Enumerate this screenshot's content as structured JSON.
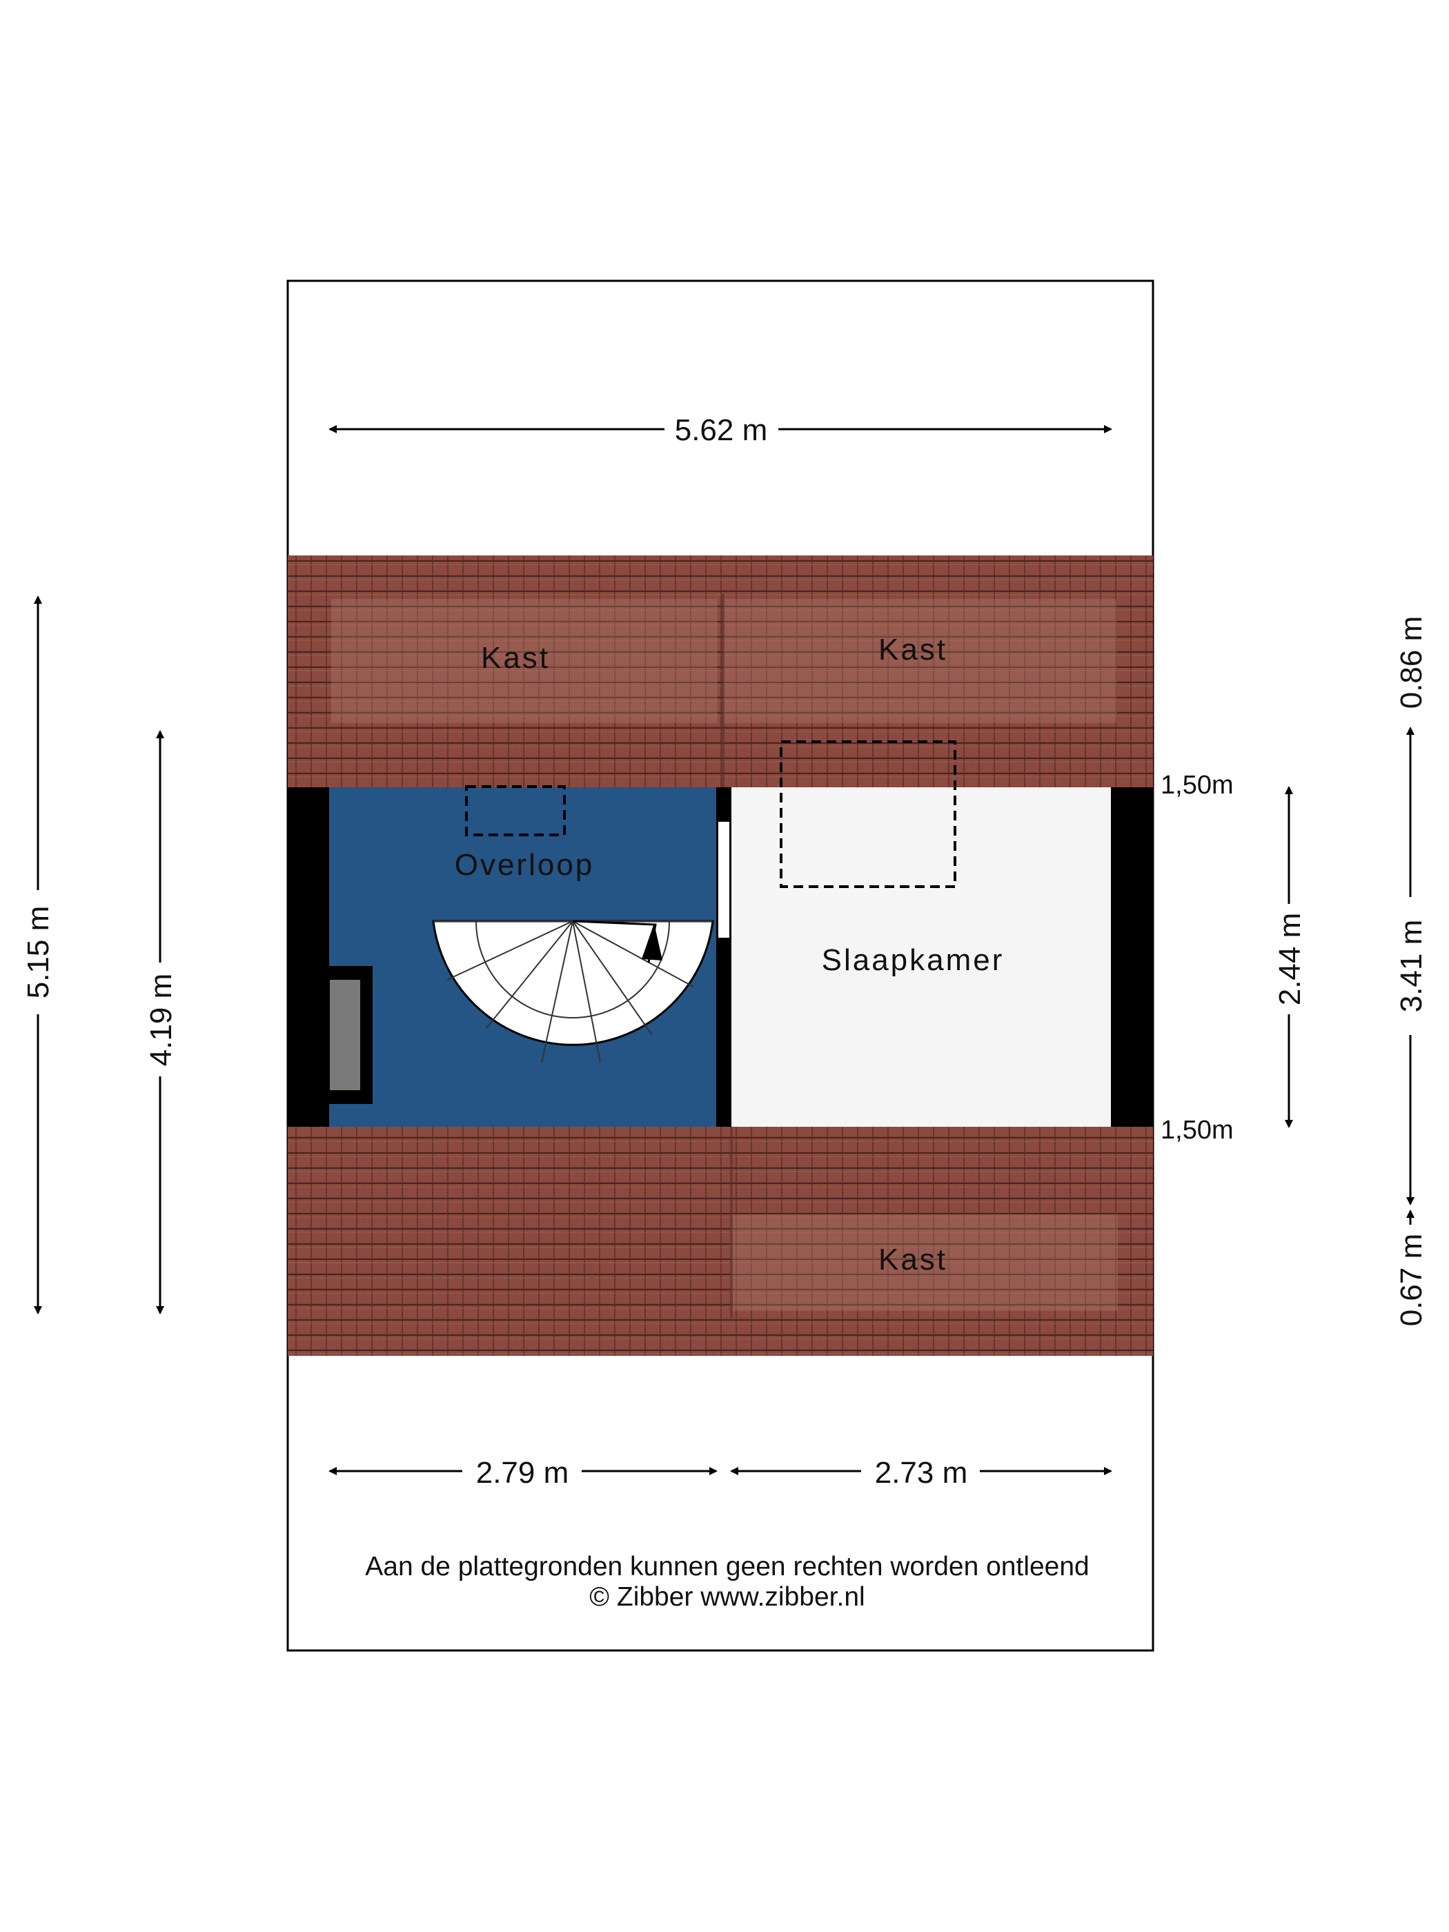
{
  "dimensions": {
    "top_width": "5.62 m",
    "bottom_left_width": "2.79 m",
    "bottom_right_width": "2.73 m",
    "left_outer_depth": "5.15 m",
    "left_inner_depth": "4.19 m",
    "right_inner_depth": "2.44 m",
    "right_top_depth": "0.86 m",
    "right_middle_depth": "3.41 m",
    "right_bottom_depth": "0.67 m",
    "height_marker_top": "1,50m",
    "height_marker_bottom": "1,50m"
  },
  "rooms": {
    "kast_top_left": "Kast",
    "kast_top_right": "Kast",
    "kast_bottom_right": "Kast",
    "overloop": "Overloop",
    "slaapkamer": "Slaapkamer"
  },
  "footer": {
    "disclaimer": "Aan de plattegronden kunnen geen rechten worden ontleend",
    "copyright": "© Zibber www.zibber.nl"
  },
  "colors": {
    "roof_tile": "#8a4a3f",
    "overloop_floor": "#245585",
    "slaapkamer_floor": "#f5f5f5",
    "wall": "#000000"
  }
}
